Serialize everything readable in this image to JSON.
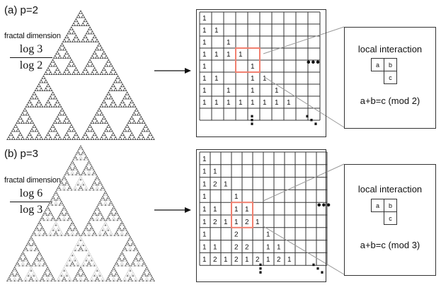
{
  "panels": [
    {
      "id": "p2",
      "label": "(a) p=2",
      "fractal_dimension_label": "fractal dimension",
      "numerator": "log 3",
      "denominator": "log 2",
      "modulus": 2,
      "rows": [
        [
          "1"
        ],
        [
          "1",
          "1"
        ],
        [
          "1",
          "",
          "1"
        ],
        [
          "1",
          "1",
          "1",
          "1"
        ],
        [
          "1",
          "",
          "",
          "",
          "1"
        ],
        [
          "1",
          "1",
          "",
          "",
          "1",
          "1"
        ],
        [
          "1",
          "",
          "1",
          "",
          "1",
          "",
          "1"
        ],
        [
          "1",
          "1",
          "1",
          "1",
          "1",
          "1",
          "1",
          "1"
        ]
      ],
      "local_interaction": {
        "title": "local interaction",
        "a": "a",
        "b": "b",
        "c": "c",
        "equation": "a+b=c  (mod 2)"
      },
      "ellipsis_h": "•••",
      "ellipsis_v": "⋮",
      "ellipsis_d": "⋱"
    },
    {
      "id": "p3",
      "label": "(b) p=3",
      "fractal_dimension_label": "fractal dimension",
      "numerator": "log 6",
      "denominator": "log 3",
      "modulus": 3,
      "rows": [
        [
          "1"
        ],
        [
          "1",
          "1"
        ],
        [
          "1",
          "2",
          "1"
        ],
        [
          "1",
          "",
          "",
          "1"
        ],
        [
          "1",
          "1",
          "",
          "1",
          "1"
        ],
        [
          "1",
          "2",
          "1",
          "1",
          "2",
          "1"
        ],
        [
          "1",
          "",
          "",
          "2",
          "",
          "",
          "1"
        ],
        [
          "1",
          "1",
          "",
          "2",
          "2",
          "",
          "1",
          "1"
        ],
        [
          "1",
          "2",
          "1",
          "2",
          "1",
          "2",
          "1",
          "2",
          "1"
        ]
      ],
      "local_interaction": {
        "title": "local interaction",
        "a": "a",
        "b": "b",
        "c": "c",
        "equation": "a+b=c  (mod 3)"
      },
      "ellipsis_h": "•••",
      "ellipsis_v": "⋮",
      "ellipsis_d": "⋱"
    }
  ],
  "colors": {
    "dark": "#5a5a5a",
    "light": "#d2d2d2",
    "highlight": "#f08070",
    "line": "#333333",
    "connector": "#999999"
  }
}
